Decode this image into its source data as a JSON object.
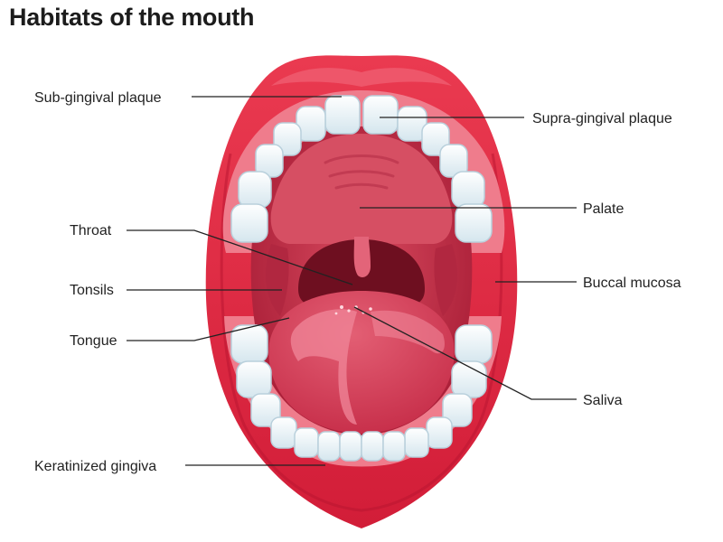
{
  "title": "Habitats of the mouth",
  "labels": {
    "sub_gingival_plaque": "Sub-gingival plaque",
    "supra_gingival_plaque": "Supra-gingival plaque",
    "palate": "Palate",
    "throat": "Throat",
    "tonsils": "Tonsils",
    "buccal_mucosa": "Buccal mucosa",
    "tongue": "Tongue",
    "saliva": "Saliva",
    "keratinized_gingiva": "Keratinized gingiva"
  },
  "colors": {
    "lip": "#e8324a",
    "lip_dark": "#b8132f",
    "mouth_interior": "#c8354e",
    "palate": "#d64f63",
    "throat": "#6e0f20",
    "tongue": "#d9445c",
    "tongue_highlight": "#f0879a",
    "gum": "#ef7c8c",
    "tooth": "#ffffff",
    "tooth_shadow": "#c6dbe6",
    "leader_line": "#222222"
  }
}
